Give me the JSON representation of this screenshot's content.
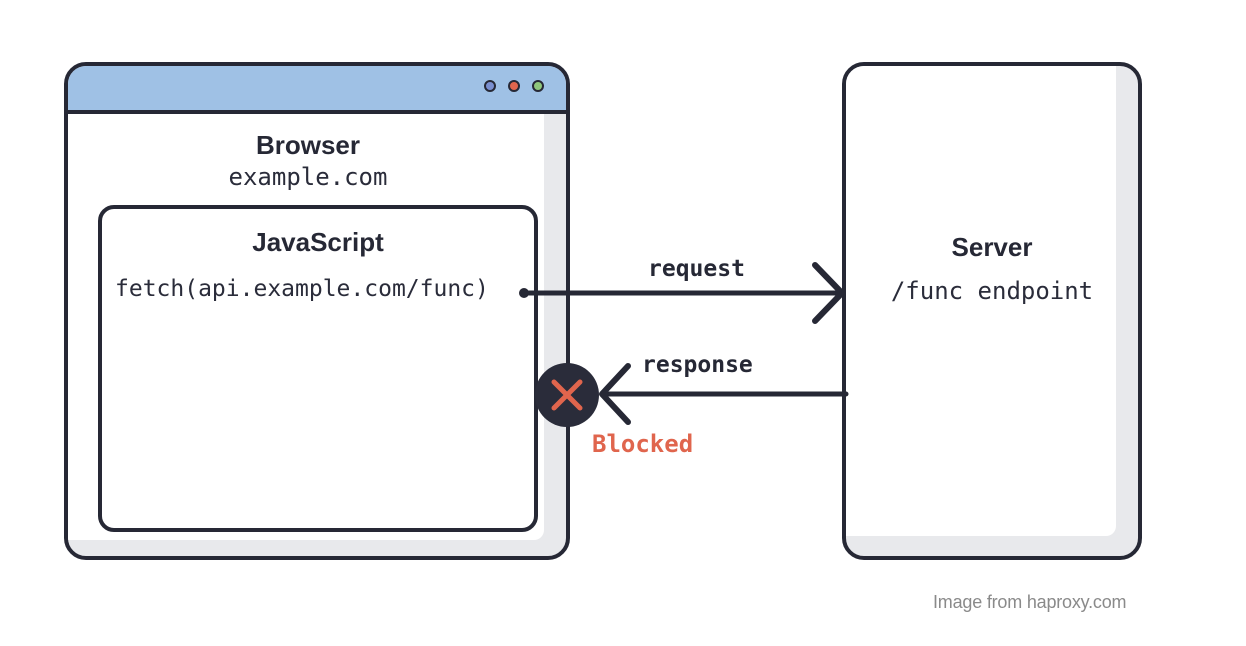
{
  "browser": {
    "title": "Browser",
    "origin": "example.com",
    "window_dots": [
      "#7a8fd0",
      "#e0654d",
      "#8fc77b"
    ]
  },
  "javascript": {
    "title": "JavaScript",
    "code": "fetch(api.example.com/func)"
  },
  "server": {
    "title": "Server",
    "endpoint": "/func endpoint"
  },
  "arrows": {
    "request_label": "request",
    "response_label": "response",
    "blocked_label": "Blocked",
    "blocked_icon": "x-circle-icon"
  },
  "credit": "Image from haproxy.com",
  "colors": {
    "outline": "#262835",
    "titlebar": "#9fc1e5",
    "blocked": "#e0654d"
  }
}
